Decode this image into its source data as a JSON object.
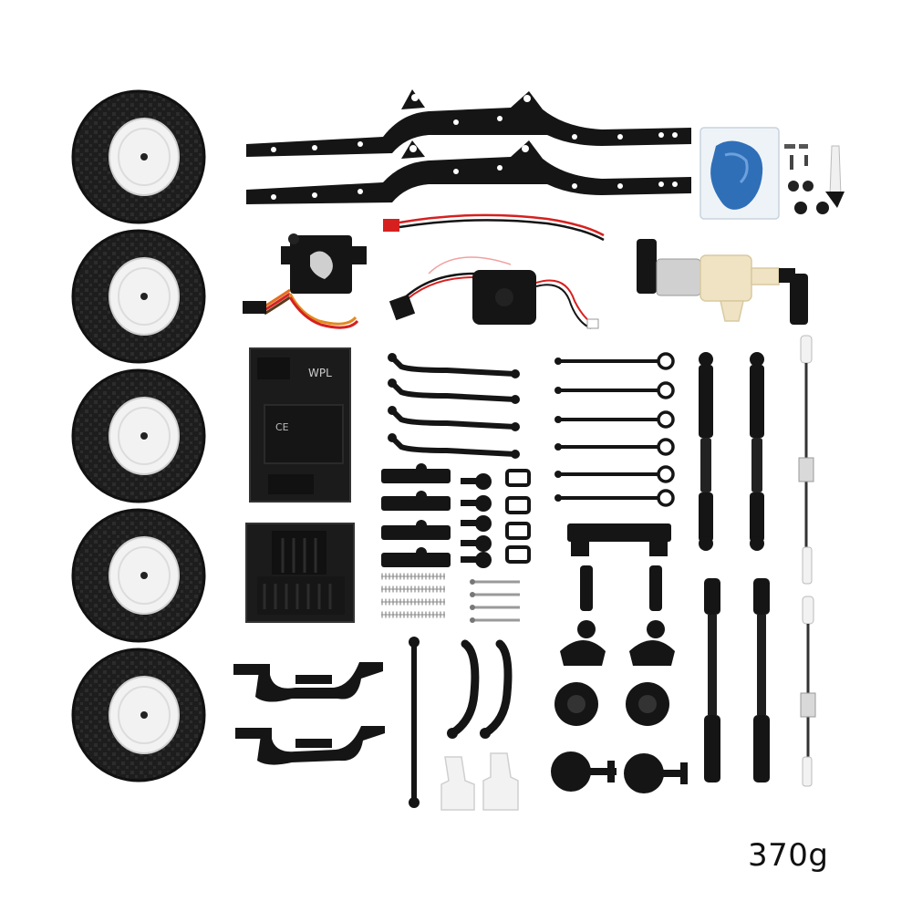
{
  "photo": {
    "background": "#ffffff",
    "weight_label": "370g",
    "part_lettering": [
      "WPL",
      "CE"
    ],
    "colors": {
      "part_black": "#151515",
      "tire_black": "#1d1d1d",
      "rim_white": "#f2f2f2",
      "grease_blue": "#2f6fb8",
      "gear_beige": "#efe3c4",
      "spring_silver": "#b8b8b8",
      "wire_red": "#d62020"
    }
  }
}
